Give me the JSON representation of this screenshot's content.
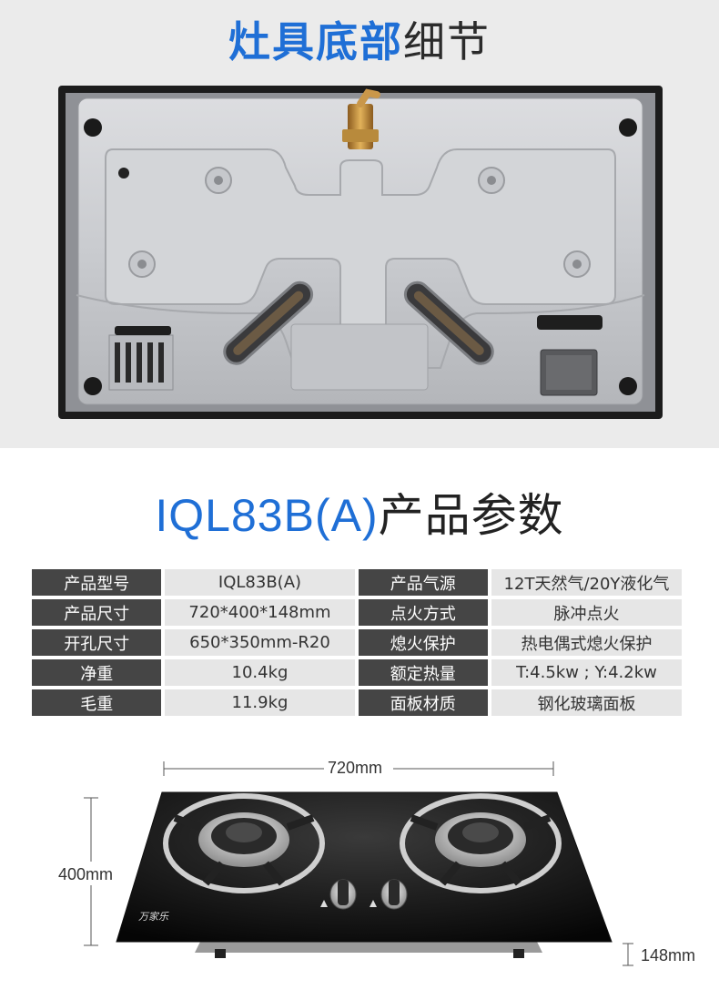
{
  "section_bottom": {
    "title_highlight": "灶具底部",
    "title_rest": "细节"
  },
  "section_params": {
    "title_model": "IQL83B(A)",
    "title_rest": "产品参数",
    "rows": [
      {
        "k1": "产品型号",
        "v1": "IQL83B(A)",
        "k2": "产品气源",
        "v2": "12T天然气/20Y液化气"
      },
      {
        "k1": "产品尺寸",
        "v1": "720*400*148mm",
        "k2": "点火方式",
        "v2": "脉冲点火"
      },
      {
        "k1": "开孔尺寸",
        "v1": "650*350mm-R20",
        "k2": "熄火保护",
        "v2": "热电偶式熄火保护"
      },
      {
        "k1": "净重",
        "v1": "10.4kg",
        "k2": "额定热量",
        "v2": "T:4.5kw ; Y:4.2kw"
      },
      {
        "k1": "毛重",
        "v1": "11.9kg",
        "k2": "面板材质",
        "v2": "钢化玻璃面板"
      }
    ]
  },
  "section_dims": {
    "width_label": "720mm",
    "depth_label": "400mm",
    "height_label": "148mm",
    "brand_logo": "万家乐"
  },
  "colors": {
    "accent_blue": "#1f6fd6",
    "key_cell": "#454545",
    "value_cell": "#e6e6e6"
  }
}
